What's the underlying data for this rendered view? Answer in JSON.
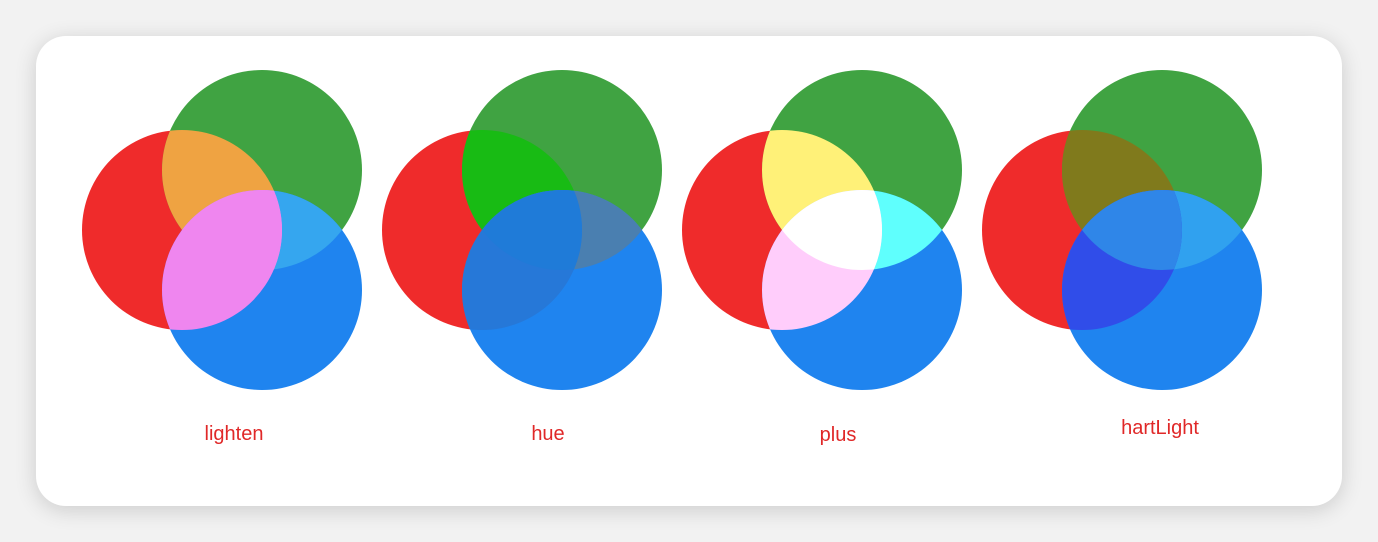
{
  "panels": [
    {
      "label": "lighten",
      "colors": {
        "red": "#ef2b2b",
        "green": "#40a342",
        "blue": "#1f84ef",
        "red_green": "#efa342",
        "green_blue": "#35a6ef",
        "red_blue": "#ef86ef",
        "all": "#ef86ef"
      }
    },
    {
      "label": "hue",
      "colors": {
        "red": "#ef2b2b",
        "green": "#40a342",
        "blue": "#1f84ef",
        "red_green": "#18bb14",
        "green_blue": "#4a7fb0",
        "red_blue": "#2678d8",
        "all": "#1f7bd8"
      }
    },
    {
      "label": "plus",
      "colors": {
        "red": "#ef2b2b",
        "green": "#40a342",
        "blue": "#1f84ef",
        "red_green": "#fff178",
        "green_blue": "#5ffffd",
        "red_blue": "#ffcdfb",
        "all": "#ffffff"
      }
    },
    {
      "label": "hartLight",
      "colors": {
        "red": "#ef2b2b",
        "green": "#40a342",
        "blue": "#1f84ef",
        "red_green": "#807a1c",
        "green_blue": "#30a1ef",
        "red_blue": "#304de9",
        "all": "#2f86e8"
      }
    }
  ]
}
